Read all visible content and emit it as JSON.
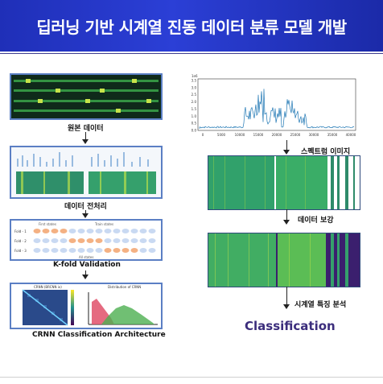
{
  "title": "딥러닝 기반 시계열 진동 데이터 분류 모델 개발",
  "left_steps": [
    {
      "label": "원본 데이터"
    },
    {
      "label": "데이터 전처리"
    },
    {
      "label": "K-fold Validation"
    },
    {
      "label": "CRNN Classification Architecture"
    }
  ],
  "kfold": {
    "header_first": "First states",
    "header_train": "Train states",
    "folds": [
      "Fold - 1",
      "Fold - 2",
      "Fold - 3"
    ],
    "footer": "All states"
  },
  "crnn": {
    "matrix_title": "CRNN (BRCNN ix)",
    "hist_title": "Distribution of CRNN"
  },
  "right_steps": [
    {
      "label": "스펙트럼 이미지"
    },
    {
      "label": "데이터 보강"
    },
    {
      "label": "시계열 특징 분석"
    }
  ],
  "spectrum": {
    "scale_label": "1e6",
    "y_ticks": [
      "3.5",
      "3.0",
      "2.5",
      "2.0",
      "1.5",
      "1.0",
      "0.5",
      "0.0"
    ],
    "x_ticks": [
      "0",
      "5000",
      "10000",
      "15000",
      "20000",
      "25000",
      "30000",
      "35000",
      "40000"
    ]
  },
  "result": "Classification",
  "colors": {
    "banner": "#2b3fd6",
    "panel_border": "#5b7fc4",
    "result_text": "#3b2d7c",
    "plot_line": "#1f77b4"
  }
}
